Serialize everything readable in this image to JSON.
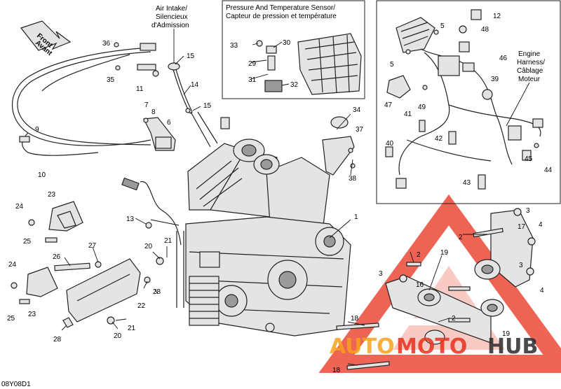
{
  "diagram": {
    "code": "08Y08D1",
    "front_label": [
      "Front",
      "Avant"
    ],
    "air_intake_label": [
      "Air Intake/",
      "Silencieux",
      "d'Admission"
    ],
    "sensor_box_title": [
      "Pressure And Temperature Sensor/",
      "Capteur de pression et température"
    ],
    "harness_label": [
      "Engine",
      "Harness/",
      "Câblage",
      "Moteur"
    ],
    "watermark": {
      "part1": "AUTO",
      "part2": "MOTO",
      "part3": "HUB",
      "colors": {
        "red": "#e8301c",
        "orange": "#f7a21c",
        "dark": "#2b2b2b"
      }
    }
  },
  "callouts": {
    "c1": "1",
    "c2a": "2",
    "c2b": "2",
    "c2c": "2",
    "c3a": "3",
    "c3b": "3",
    "c3c": "3",
    "c4a": "4",
    "c4b": "4",
    "c5a": "5",
    "c5b": "5",
    "c6": "6",
    "c7": "7",
    "c8": "8",
    "c9": "9",
    "c10": "10",
    "c11": "11",
    "c12": "12",
    "c13": "13",
    "c14": "14",
    "c15a": "15",
    "c15b": "15",
    "c16": "16",
    "c17": "17",
    "c18a": "18",
    "c18b": "18",
    "c19a": "19",
    "c19b": "19",
    "c20a": "20",
    "c20b": "20",
    "c21a": "21",
    "c21b": "21",
    "c22": "22",
    "c23a": "23",
    "c23b": "23",
    "c24a": "24",
    "c24b": "24",
    "c25a": "25",
    "c25b": "25",
    "c26": "26",
    "c27": "27",
    "c28a": "28",
    "c28b": "28",
    "c29": "29",
    "c30": "30",
    "c31": "31",
    "c32": "32",
    "c33": "33",
    "c34": "34",
    "c35": "35",
    "c36": "36",
    "c37": "37",
    "c38": "38",
    "c39": "39",
    "c40": "40",
    "c41": "41",
    "c42": "42",
    "c43": "43",
    "c44": "44",
    "c45": "45",
    "c46": "46",
    "c47": "47",
    "c48": "48",
    "c49": "49"
  }
}
